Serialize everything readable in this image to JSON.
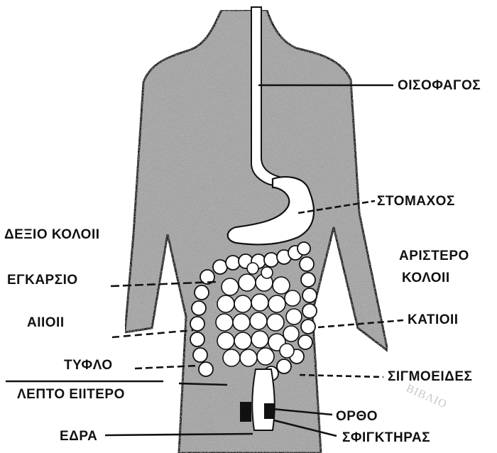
{
  "labels": {
    "esophagus": "ΟΙΣΟΦΑΓΟΣ",
    "stomach": "ΣΤΟΜΑΧΟΣ",
    "right_colon": "ΔΕΞΙΟ ΚΟΛΟΙΙ",
    "left_colon_line1": "ΑΡΙΣΤΕΡΟ",
    "left_colon_line2": "ΚΟΛΟΙΙ",
    "transverse": "ΕΓΚΑΡΣΙΟ",
    "ileum": "ΑΙΙΟΙΙ",
    "descending": "ΚΑΤΙΟΙΙ",
    "cecum": "ΤΥΦΛΟ",
    "sigmoid": "ΣΙΓΜΟΕΙΔΕΣ",
    "small_intestine": "ΛΕΠΤΟ ΕΙΙΤΕΡΟ",
    "rectum": "ΟΡΘΟ",
    "anus": "ΕΔΡΑ",
    "sphincter": "ΣΦΙΓΚΤΗΡΑΣ"
  },
  "stamp": {
    "text": "ΒΙΒΛΙΟ",
    "color": "#c9c9c9"
  },
  "colors": {
    "body_fill": "#a3a3a3",
    "outline": "#111111",
    "organ_fill": "#ffffff",
    "text": "#111111"
  }
}
